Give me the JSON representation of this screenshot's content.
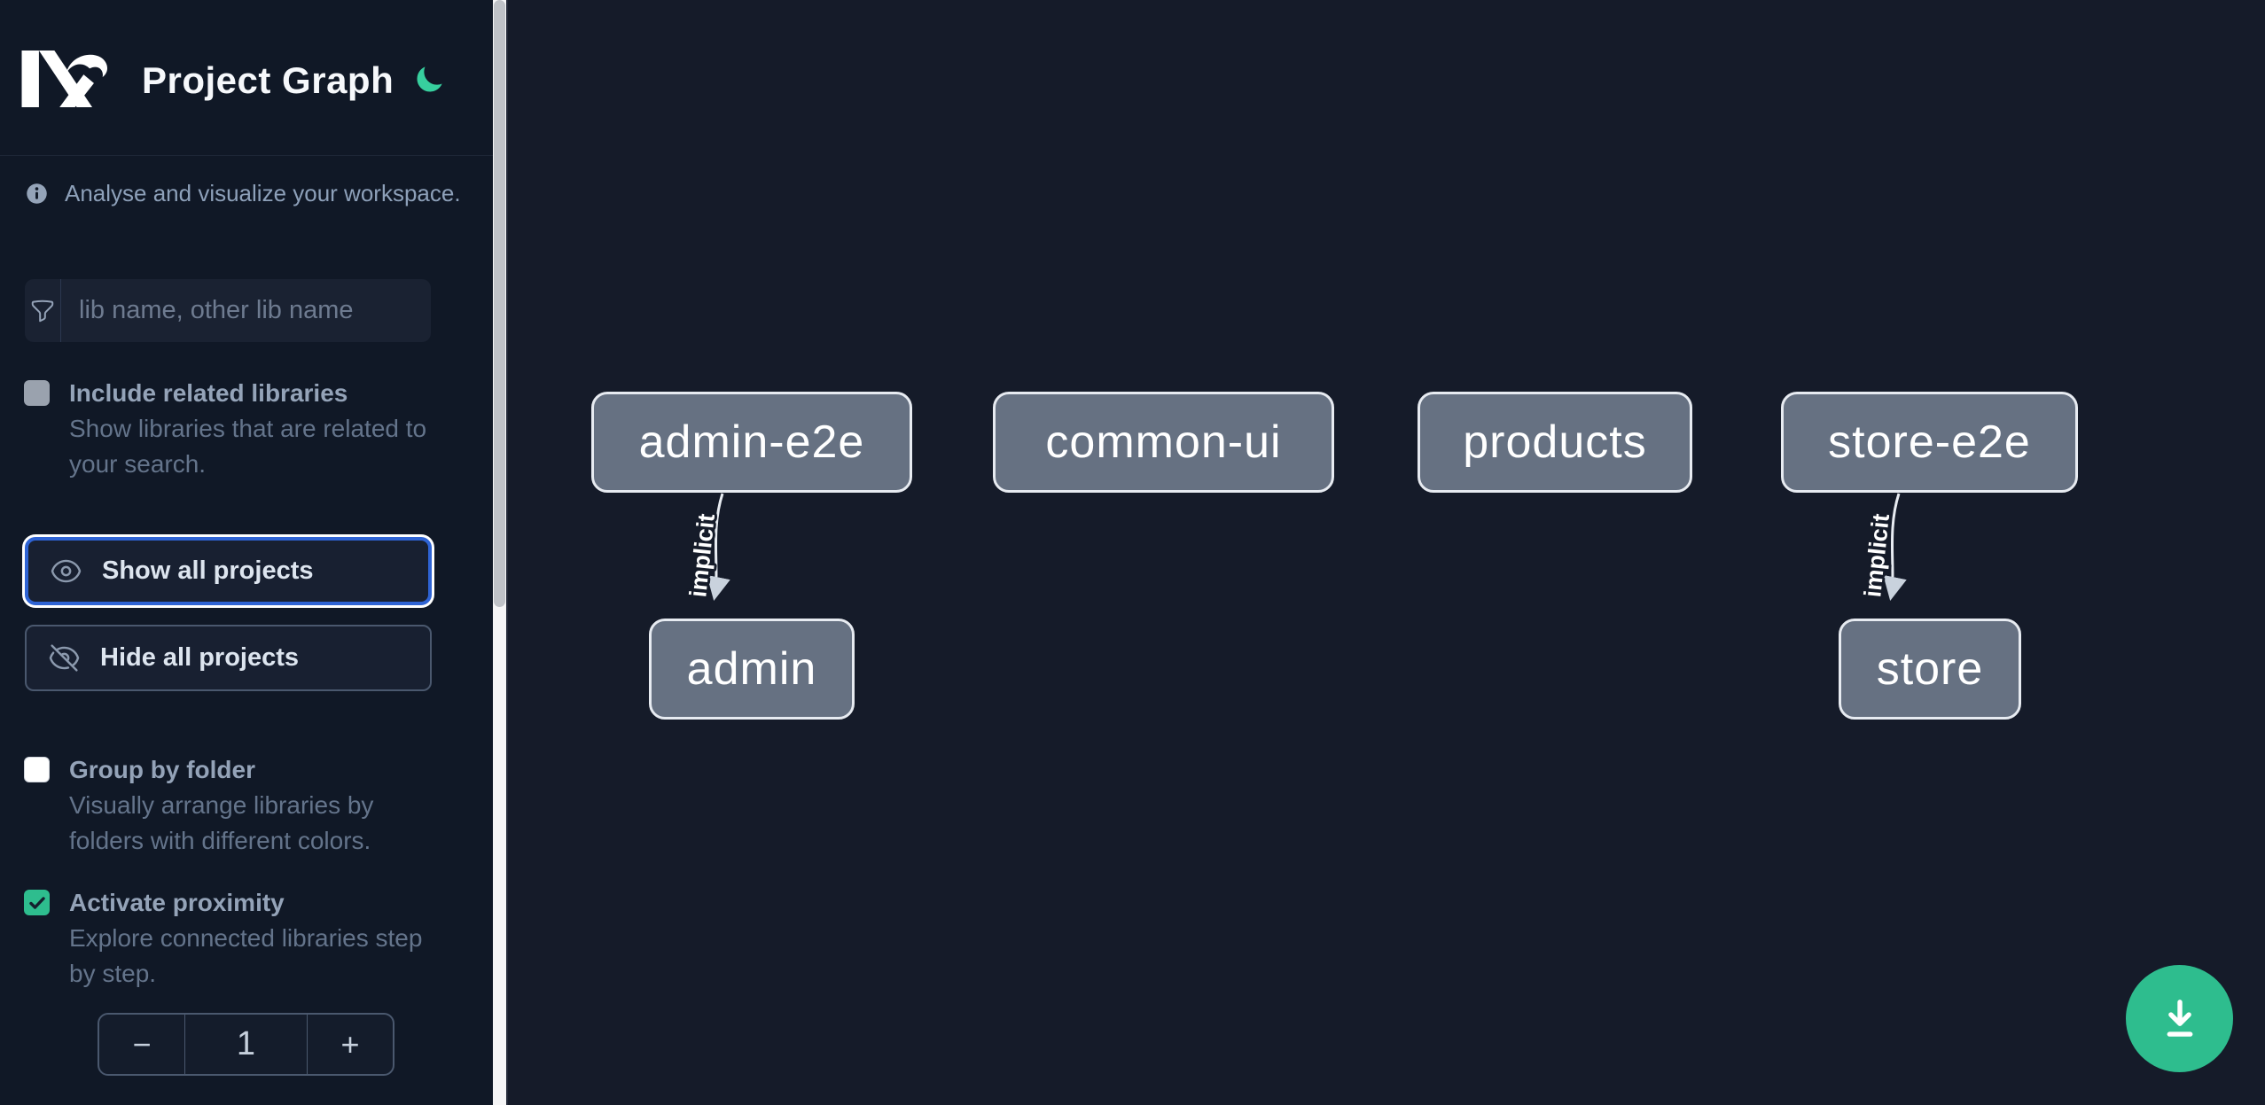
{
  "header": {
    "app_name": "Nx",
    "title": "Project Graph",
    "theme_toggle_icon": "moon-icon"
  },
  "sidebar": {
    "tagline": "Analyse and visualize your workspace.",
    "filter": {
      "placeholder": "lib name, other lib name",
      "value": "",
      "icon": "funnel-icon"
    },
    "options": [
      {
        "label": "Include related libraries",
        "description": "Show libraries that are related to your search.",
        "checked": false
      },
      {
        "label": "Group by folder",
        "description": "Visually arrange libraries by folders with different colors.",
        "checked": false
      },
      {
        "label": "Activate proximity",
        "description": "Explore connected libraries step by step.",
        "checked": true
      }
    ],
    "actions": [
      {
        "label": "Show all projects",
        "icon": "eye-icon",
        "focused": true
      },
      {
        "label": "Hide all projects",
        "icon": "eye-off-icon",
        "focused": false
      }
    ],
    "proximity_stepper": {
      "decrement_label": "−",
      "value": "1",
      "increment_label": "+"
    }
  },
  "graph": {
    "nodes": [
      {
        "label": "admin-e2e"
      },
      {
        "label": "common-ui"
      },
      {
        "label": "products"
      },
      {
        "label": "store-e2e"
      },
      {
        "label": "admin"
      },
      {
        "label": "store"
      }
    ],
    "edges": [
      {
        "from": "admin-e2e",
        "to": "admin",
        "label": "implicit",
        "type": "implicit"
      },
      {
        "from": "store-e2e",
        "to": "store",
        "label": "implicit",
        "type": "implicit"
      }
    ]
  },
  "fab": {
    "icon": "download-icon"
  },
  "colors": {
    "sidebar_bg": "#101826",
    "canvas_bg": "#151b29",
    "node_fill": "#667182",
    "node_border": "#e7ebf1",
    "accent_green": "#2ebd8e",
    "moon_green": "#37cf9e",
    "focus_blue": "#2e63d4"
  }
}
